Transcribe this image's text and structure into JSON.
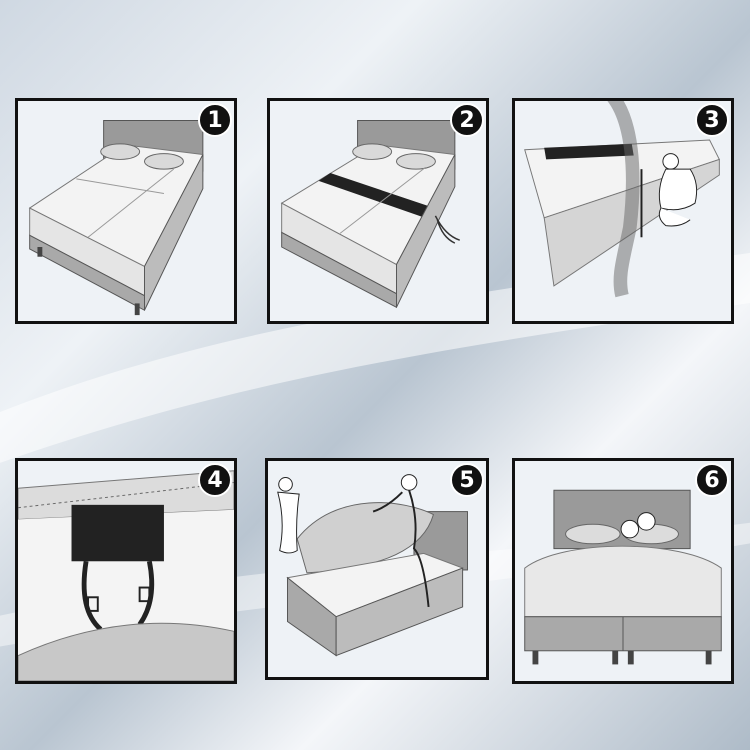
{
  "steps": [
    {
      "number": "1"
    },
    {
      "number": "2"
    },
    {
      "number": "3"
    },
    {
      "number": "4"
    },
    {
      "number": "5"
    },
    {
      "number": "6"
    }
  ],
  "colors": {
    "frame": "#111111",
    "mattress": "#f3f3f3",
    "bed_base": "#a9a9a9",
    "headboard": "#9a9a9a",
    "strap": "#222222",
    "badge": "#111111"
  }
}
